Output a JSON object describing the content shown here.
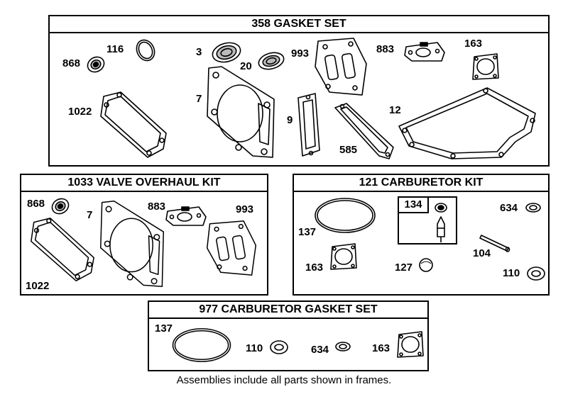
{
  "frames": {
    "gasket_set": {
      "title": "358 GASKET SET",
      "labels": {
        "p116": "116",
        "p868": "868",
        "p3": "3",
        "p20": "20",
        "p993": "993",
        "p883": "883",
        "p163": "163",
        "p7": "7",
        "p1022": "1022",
        "p9": "9",
        "p585": "585",
        "p12": "12"
      }
    },
    "valve_kit": {
      "title": "1033 VALVE OVERHAUL KIT",
      "labels": {
        "p868": "868",
        "p7": "7",
        "p883": "883",
        "p993": "993",
        "p1022": "1022"
      }
    },
    "carb_kit": {
      "title": "121 CARBURETOR KIT",
      "sub_title": "134",
      "labels": {
        "p137": "137",
        "p634": "634",
        "p104": "104",
        "p163": "163",
        "p127": "127",
        "p110": "110"
      }
    },
    "carb_gasket_set": {
      "title": "977 CARBURETOR  GASKET SET",
      "labels": {
        "p137": "137",
        "p110": "110",
        "p634": "634",
        "p163": "163"
      }
    }
  },
  "footnote": "Assemblies include all parts shown in frames."
}
